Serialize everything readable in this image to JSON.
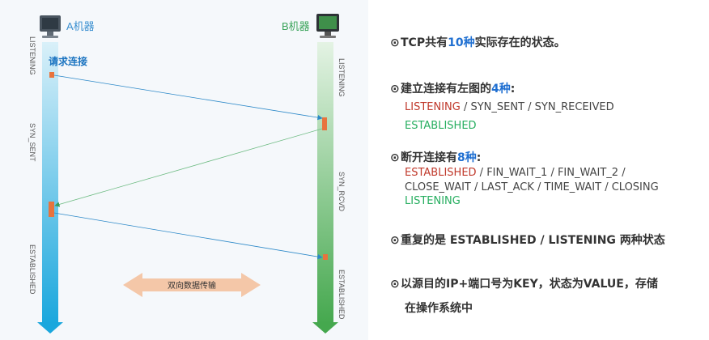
{
  "diagram": {
    "machine_a": "A机器",
    "machine_b": "B机器",
    "request_label": "请求连接",
    "data_transfer_label": "双向数据传输",
    "a_states": [
      "LISTENING",
      "SYN_SENT",
      "ESTABLISHED"
    ],
    "b_states": [
      "LISTENING",
      "SYN_RCVD",
      "ESTABLISHED"
    ],
    "icons": {
      "computer_a": "monitor-icon",
      "computer_b": "monitor-icon"
    },
    "colors": {
      "a_line": "#2aa9e0",
      "b_line": "#4caf50",
      "marker": "#e8733d",
      "arrow_band": "#f4c7a8"
    }
  },
  "right": {
    "bullet_symbol": "⊙",
    "b1": {
      "pre": "TCP共有",
      "num": "10种",
      "post": "实际存在的状态。"
    },
    "b2": {
      "pre": "建立连接有左图的",
      "num": "4种",
      "post": ":",
      "line1_red": "LISTENING",
      "line1_rest": " / SYN_SENT / SYN_RECEIVED",
      "line2_green": "ESTABLISHED"
    },
    "b3": {
      "pre": "断开连接有",
      "num": "8种",
      "post": ":",
      "line1_red": "ESTABLISHED",
      "line1_rest": " / FIN_WAIT_1 / FIN_WAIT_2 /",
      "line2": "CLOSE_WAIT / LAST_ACK / TIME_WAIT / CLOSING",
      "line3_green": "LISTENING"
    },
    "b4": "重复的是 ESTABLISHED / LISTENING 两种状态",
    "b5_line1": "以源目的IP+端口号为KEY，状态为VALUE，存储",
    "b5_line2": "在操作系统中"
  }
}
